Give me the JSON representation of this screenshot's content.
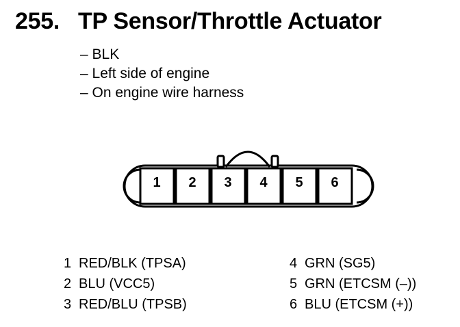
{
  "header": {
    "number": "255.",
    "title": "TP Sensor/Throttle Actuator"
  },
  "notes": [
    "– BLK",
    "– Left side of engine",
    "– On engine wire harness"
  ],
  "connector": {
    "pin_labels": [
      "1",
      "2",
      "3",
      "4",
      "5",
      "6"
    ],
    "colors": {
      "line": "#000000",
      "background": "#ffffff"
    }
  },
  "pinout": {
    "left": [
      {
        "pin": "1",
        "desc": "RED/BLK (TPSA)"
      },
      {
        "pin": "2",
        "desc": "BLU (VCC5)"
      },
      {
        "pin": "3",
        "desc": "RED/BLU (TPSB)"
      }
    ],
    "right": [
      {
        "pin": "4",
        "desc": "GRN (SG5)"
      },
      {
        "pin": "5",
        "desc": "GRN (ETCSM (–))"
      },
      {
        "pin": "6",
        "desc": "BLU (ETCSM (+))"
      }
    ]
  }
}
